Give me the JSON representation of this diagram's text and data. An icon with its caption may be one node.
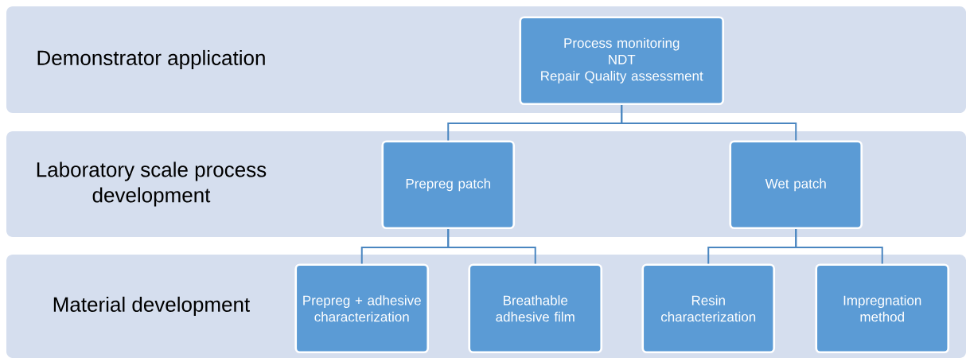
{
  "diagram": {
    "nodes": [
      {
        "text": [
          "Demonstrator application"
        ]
      },
      {
        "text": [
          "Process monitoring",
          "NDT",
          "Repair Quality assessment"
        ],
        "in": 0
      },
      {
        "text": [
          "Laboratory scale process development"
        ]
      },
      {
        "text": [
          "Prepreg patch"
        ],
        "in": 2
      },
      {
        "text": [
          "Wet patch"
        ],
        "in": 2
      },
      {
        "text": [
          "Material development"
        ]
      },
      {
        "text": [
          "Prepreg + adhesive characterization"
        ],
        "in": 5
      },
      {
        "text": [
          "Breathable adhesive film"
        ],
        "in": 5
      },
      {
        "text": [
          "Resin characterization"
        ],
        "in": 5
      },
      {
        "text": [
          "Impregnation method"
        ],
        "in": 5
      }
    ],
    "edges": [
      {
        "from": 1,
        "to": 3,
        "arrow": "none"
      },
      {
        "from": 1,
        "to": 4,
        "arrow": "none"
      },
      {
        "from": 3,
        "to": 6,
        "arrow": "none"
      },
      {
        "from": 3,
        "to": 7,
        "arrow": "none"
      },
      {
        "from": 4,
        "to": 8,
        "arrow": "none"
      },
      {
        "from": 4,
        "to": 9,
        "arrow": "none"
      }
    ]
  }
}
